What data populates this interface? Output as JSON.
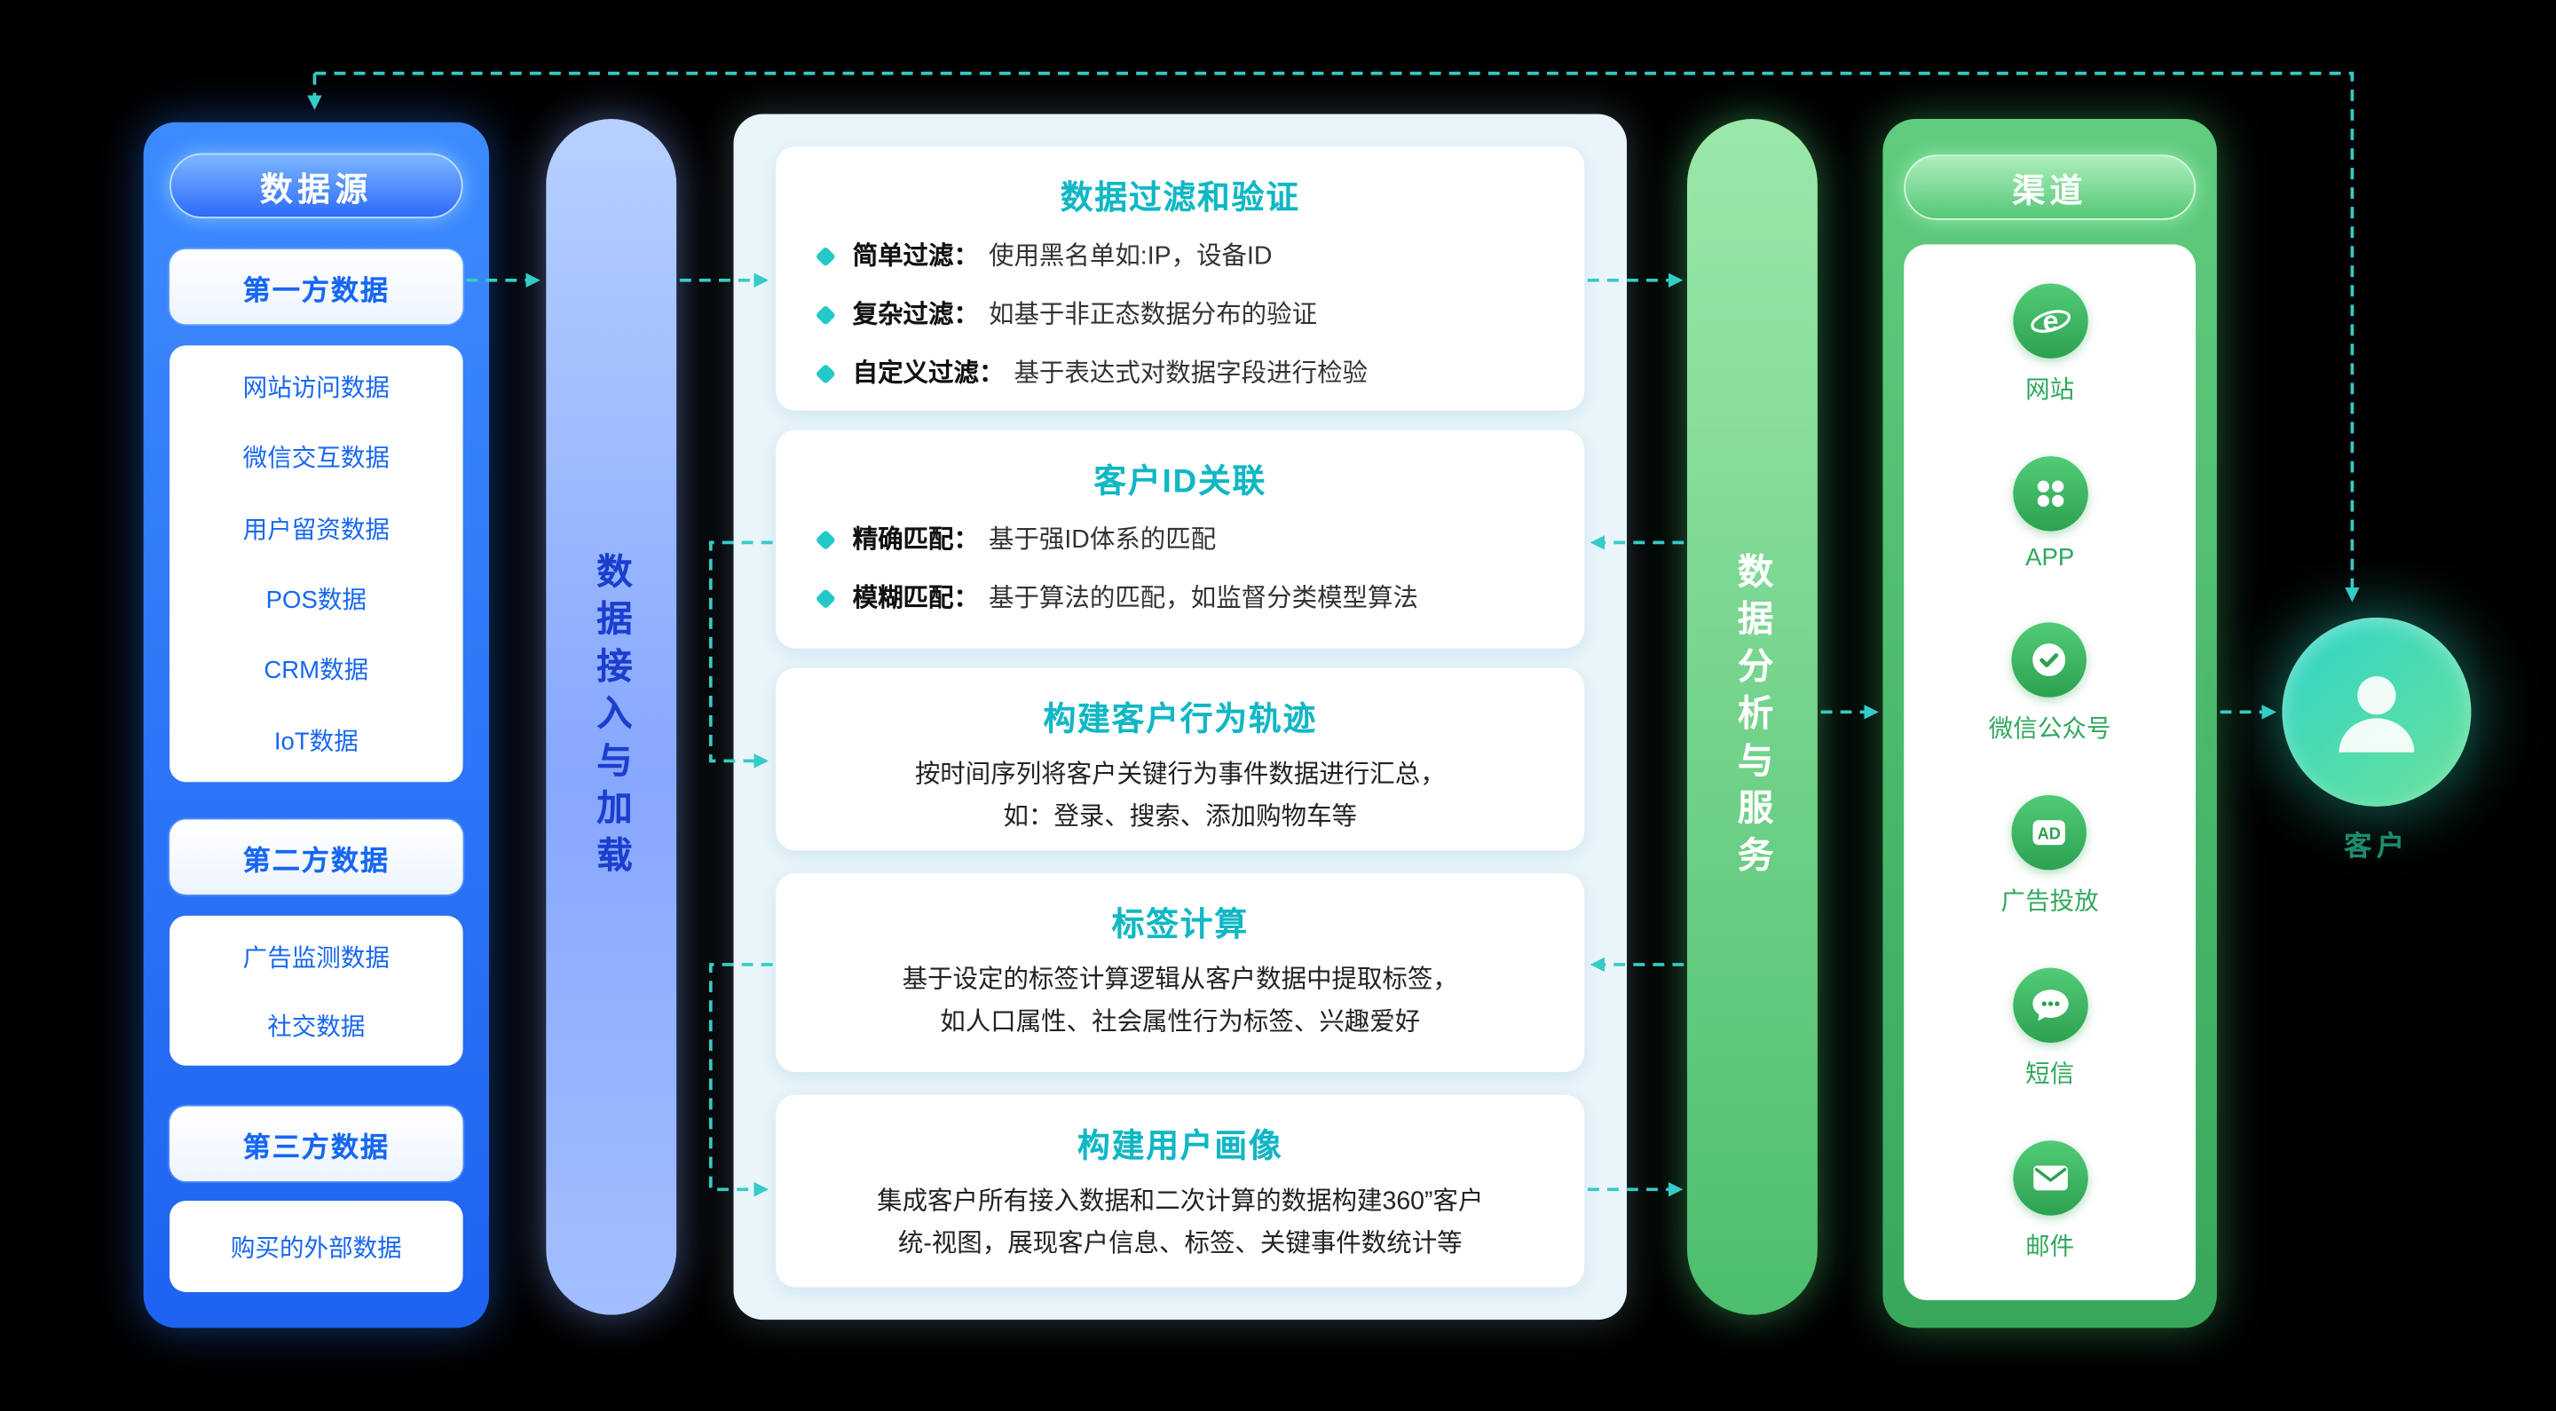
{
  "colors": {
    "accent_blue": "#1E63F0",
    "accent_green": "#38A75C",
    "accent_teal": "#35CBC6"
  },
  "data_sources": {
    "title": "数据源",
    "groups": [
      {
        "title": "第一方数据",
        "items": [
          "网站访问数据",
          "微信交互数据",
          "用户留资数据",
          "POS数据",
          "CRM数据",
          "IoT数据"
        ]
      },
      {
        "title": "第二方数据",
        "items": [
          "广告监测数据",
          "社交数据"
        ]
      },
      {
        "title": "第三方数据",
        "items": [
          "购买的外部数据"
        ]
      }
    ]
  },
  "ingest_bar": {
    "label": "数据接入与加载"
  },
  "processing": {
    "cards": [
      {
        "title": "数据过滤和验证",
        "bullets": [
          {
            "label": "简单过滤：",
            "text": "使用黑名单如:IP，设备ID"
          },
          {
            "label": "复杂过滤：",
            "text": "如基于非正态数据分布的验证"
          },
          {
            "label": "自定义过滤：",
            "text": "基于表达式对数据字段进行检验"
          }
        ]
      },
      {
        "title": "客户ID关联",
        "bullets": [
          {
            "label": "精确匹配：",
            "text": "基于强ID体系的匹配"
          },
          {
            "label": "模糊匹配：",
            "text": "基于算法的匹配，如监督分类模型算法"
          }
        ]
      },
      {
        "title": "构建客户行为轨迹",
        "lines": [
          "按时间序列将客户关键行为事件数据进行汇总，",
          "如：登录、搜索、添加购物车等"
        ]
      },
      {
        "title": "标签计算",
        "lines": [
          "基于设定的标签计算逻辑从客户数据中提取标签，",
          "如人口属性、社会属性行为标签、兴趣爱好"
        ]
      },
      {
        "title": "构建用户画像",
        "lines": [
          "集成客户所有接入数据和二次计算的数据构建360”客户",
          "统-视图，展现客户信息、标签、关键事件数统计等"
        ]
      }
    ]
  },
  "analysis_bar": {
    "label": "数据分析与服务"
  },
  "channels": {
    "title": "渠道",
    "items": [
      {
        "icon": "browser-icon",
        "label": "网站"
      },
      {
        "icon": "app-grid-icon",
        "label": "APP"
      },
      {
        "icon": "wechat-official-badge-icon",
        "label": "微信公众号"
      },
      {
        "icon": "ad-badge-icon",
        "label": "广告投放"
      },
      {
        "icon": "sms-bubble-icon",
        "label": "短信"
      },
      {
        "icon": "email-envelope-icon",
        "label": "邮件"
      }
    ]
  },
  "customer": {
    "label": "客户"
  }
}
